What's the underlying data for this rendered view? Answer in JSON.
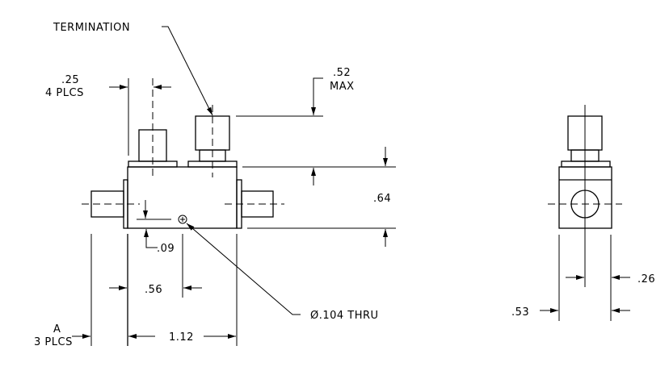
{
  "labels": {
    "termination": "TERMINATION",
    "dim_025": ".25",
    "dim_025_note": "4 PLCS",
    "dim_052": ".52",
    "dim_052_note": "MAX",
    "dim_064": ".64",
    "dim_009": ".09",
    "dim_056": ".56",
    "dim_112": "1.12",
    "dim_a": "A",
    "dim_a_note": "3 PLCS",
    "hole": "Ø.104  THRU",
    "dim_026": ".26",
    "dim_053": ".53"
  }
}
